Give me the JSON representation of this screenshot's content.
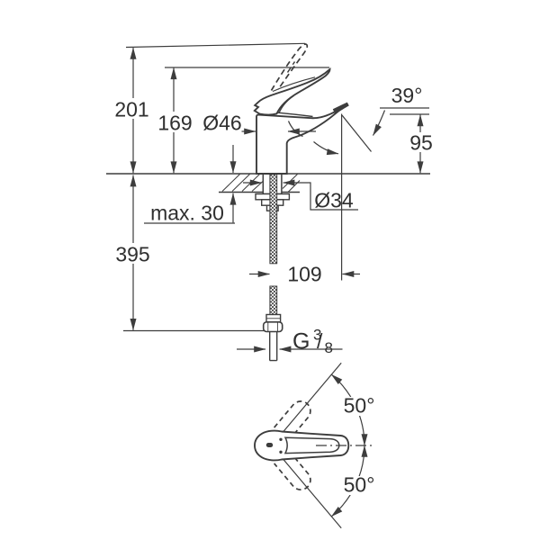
{
  "drawing_type": "faucet technical dimension drawing",
  "colors": {
    "line": "#3d3d3d",
    "text": "#2f2f2f",
    "background": "#ffffff"
  },
  "side_view": {
    "total_height": "201",
    "lever_height": "169",
    "body_diameter": "Ø46",
    "spout_angle": "39°",
    "spout_outlet_height": "95",
    "max_counter_thickness": "max. 30",
    "shank_diameter": "Ø34",
    "below_deck_length": "395",
    "spout_projection": "109",
    "thread": {
      "letter": "G",
      "numerator": "3",
      "slash": "/",
      "denominator": "8"
    }
  },
  "top_view": {
    "swivel_angle_upper": "50°",
    "swivel_angle_lower": "50°"
  }
}
